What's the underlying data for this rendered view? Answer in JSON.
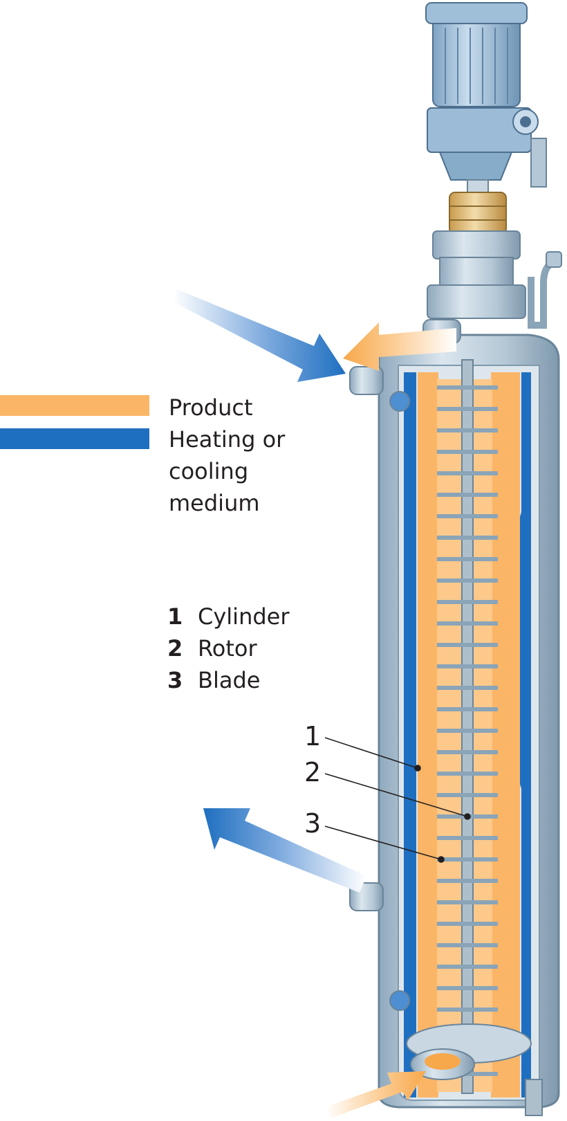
{
  "legend": {
    "product": "Product",
    "medium_line1": "Heating or",
    "medium_line2": "cooling",
    "medium_line3": "medium"
  },
  "parts": [
    {
      "num": "1",
      "label": "Cylinder"
    },
    {
      "num": "2",
      "label": "Rotor"
    },
    {
      "num": "3",
      "label": "Blade"
    }
  ],
  "callouts": [
    "1",
    "2",
    "3"
  ],
  "colors": {
    "product": "#fbb566",
    "medium": "#1f6fc0",
    "steel": "#b9ccda",
    "steel_dark": "#8aa4b8"
  }
}
